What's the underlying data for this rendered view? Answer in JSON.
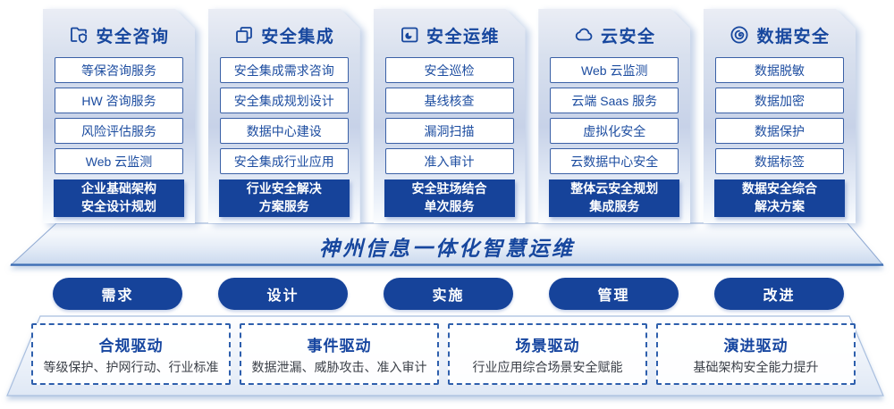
{
  "colors": {
    "primary_blue": "#17479E",
    "dark_fill_blue": "#16439A",
    "item_border_blue": "#3A60A6",
    "dashed_border_blue": "#2E5FAD",
    "card_gradient_mid": "#C7D2E8",
    "banner_gradient_bottom": "#C9D8EE",
    "driver_desc_text": "#3A3F47",
    "background": "#FFFFFF"
  },
  "cards": [
    {
      "title": "安全咨询",
      "icon": "folder-shield-icon",
      "items": [
        "等保咨询服务",
        "HW 咨询服务",
        "风险评估服务",
        "Web 云监测"
      ],
      "highlight": [
        "企业基础架构",
        "安全设计规划"
      ]
    },
    {
      "title": "安全集成",
      "icon": "copy-documents-icon",
      "items": [
        "安全集成需求咨询",
        "安全集成规划设计",
        "数据中心建设",
        "安全集成行业应用"
      ],
      "highlight": [
        "行业安全解决",
        "方案服务"
      ]
    },
    {
      "title": "安全运维",
      "icon": "monitor-pie-icon",
      "items": [
        "安全巡检",
        "基线核查",
        "漏洞扫描",
        "准入审计"
      ],
      "highlight": [
        "安全驻场结合",
        "单次服务"
      ]
    },
    {
      "title": "云安全",
      "icon": "cloud-icon",
      "items": [
        "Web 云监测",
        "云端 Saas 服务",
        "虚拟化安全",
        "云数据中心安全"
      ],
      "highlight": [
        "整体云安全规划",
        "集成服务"
      ]
    },
    {
      "title": "数据安全",
      "icon": "data-spiral-icon",
      "items": [
        "数据脱敏",
        "数据加密",
        "数据保护",
        "数据标签"
      ],
      "highlight": [
        "数据安全综合",
        "解决方案"
      ]
    }
  ],
  "banner": {
    "title": "神州信息一体化智慧运维"
  },
  "pills": [
    "需求",
    "设计",
    "实施",
    "管理",
    "改进"
  ],
  "drivers": [
    {
      "title": "合规驱动",
      "desc": "等级保护、护网行动、行业标准"
    },
    {
      "title": "事件驱动",
      "desc": "数据泄漏、威胁攻击、准入审计"
    },
    {
      "title": "场景驱动",
      "desc": "行业应用综合场景安全赋能"
    },
    {
      "title": "演进驱动",
      "desc": "基础架构安全能力提升"
    }
  ]
}
